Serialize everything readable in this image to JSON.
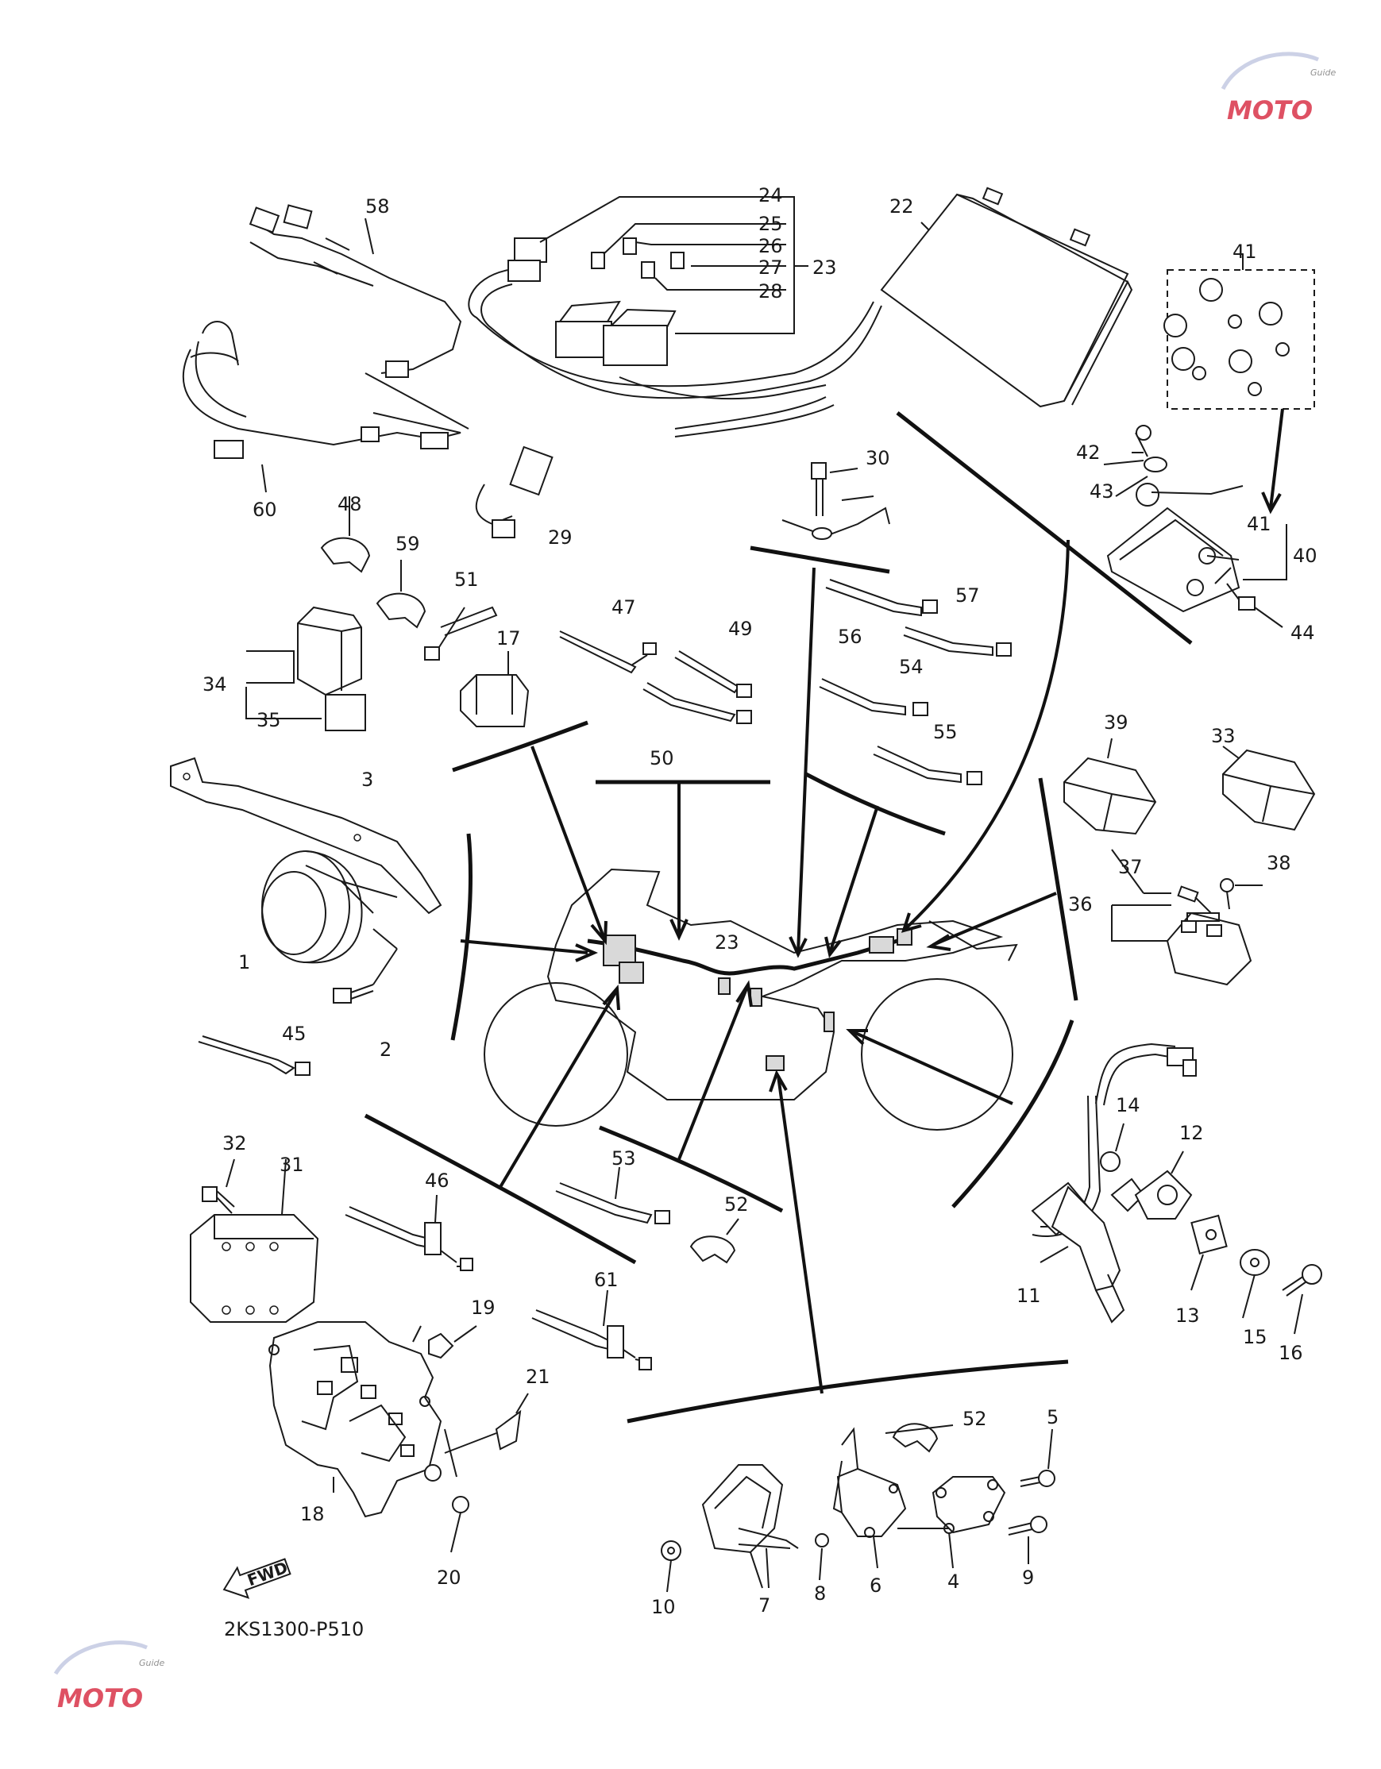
{
  "diagram": {
    "code": "2KS1300-P510",
    "fwd_label": "FWD",
    "watermark": {
      "text": "MOTO",
      "sub": "Guide"
    },
    "callouts": {
      "c1": "1",
      "c2": "2",
      "c3": "3",
      "c4": "4",
      "c5": "5",
      "c6": "6",
      "c7": "7",
      "c8": "8",
      "c9": "9",
      "c10": "10",
      "c11": "11",
      "c12": "12",
      "c13": "13",
      "c14": "14",
      "c15": "15",
      "c16": "16",
      "c17": "17",
      "c18": "18",
      "c19": "19",
      "c20": "20",
      "c21": "21",
      "c22": "22",
      "c23": "23",
      "c23b": "23",
      "c24": "24",
      "c25": "25",
      "c26": "26",
      "c27": "27",
      "c28": "28",
      "c29": "29",
      "c30": "30",
      "c31": "31",
      "c32": "32",
      "c33": "33",
      "c34": "34",
      "c35": "35",
      "c36": "36",
      "c37": "37",
      "c38": "38",
      "c39": "39",
      "c40": "40",
      "c41": "41",
      "c41b": "41",
      "c42": "42",
      "c43": "43",
      "c44": "44",
      "c45": "45",
      "c46": "46",
      "c47": "47",
      "c48": "48",
      "c49": "49",
      "c50": "50",
      "c51": "51",
      "c52": "52",
      "c52b": "52",
      "c53": "53",
      "c54": "54",
      "c55": "55",
      "c56": "56",
      "c57": "57",
      "c58": "58",
      "c59": "59",
      "c60": "60",
      "c61": "61"
    }
  }
}
